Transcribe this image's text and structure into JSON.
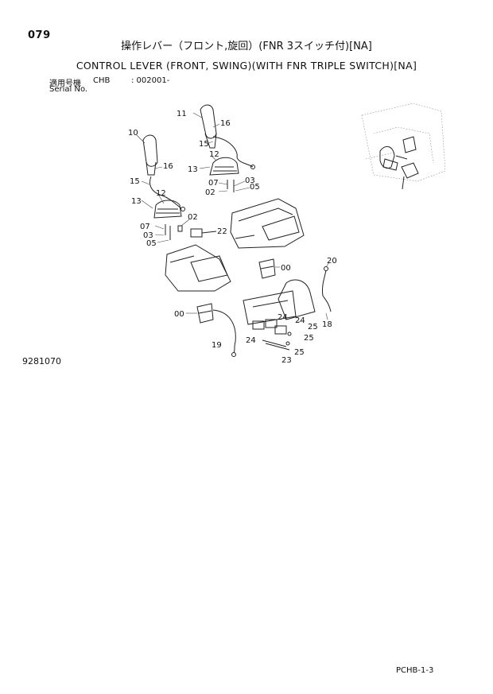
{
  "header": {
    "page_number": "079",
    "title_jp": "操作レバー（フロント,旋回）(FNR 3スイッチ付)[NA]",
    "title_en": "CONTROL LEVER (FRONT, SWING)(WITH FNR TRIPLE SWITCH)[NA]",
    "serial_label_jp": "適用号機",
    "serial_model": "CHB",
    "serial_range": ": 002001-",
    "serial_label_en": "Serial No."
  },
  "diagram": {
    "drawing_number": "9281070",
    "callouts": {
      "c11": "11",
      "c16a": "16",
      "c15a": "15",
      "c12a": "12",
      "c13a": "13",
      "c07a": "07",
      "c03a": "03",
      "c05a": "05",
      "c02a": "02",
      "c10": "10",
      "c16b": "16",
      "c15b": "15",
      "c12b": "12",
      "c13b": "13",
      "c02b": "02",
      "c07b": "07",
      "c03b": "03",
      "c05b": "05",
      "c22": "22",
      "c00a": "00",
      "c20": "20",
      "c00b": "00",
      "c24a": "24",
      "c24b": "24",
      "c24c": "24",
      "c25a": "25",
      "c25b": "25",
      "c25c": "25",
      "c18": "18",
      "c19": "19",
      "c23": "23"
    }
  },
  "footer": {
    "page_ref": "PCHB-1-3"
  }
}
